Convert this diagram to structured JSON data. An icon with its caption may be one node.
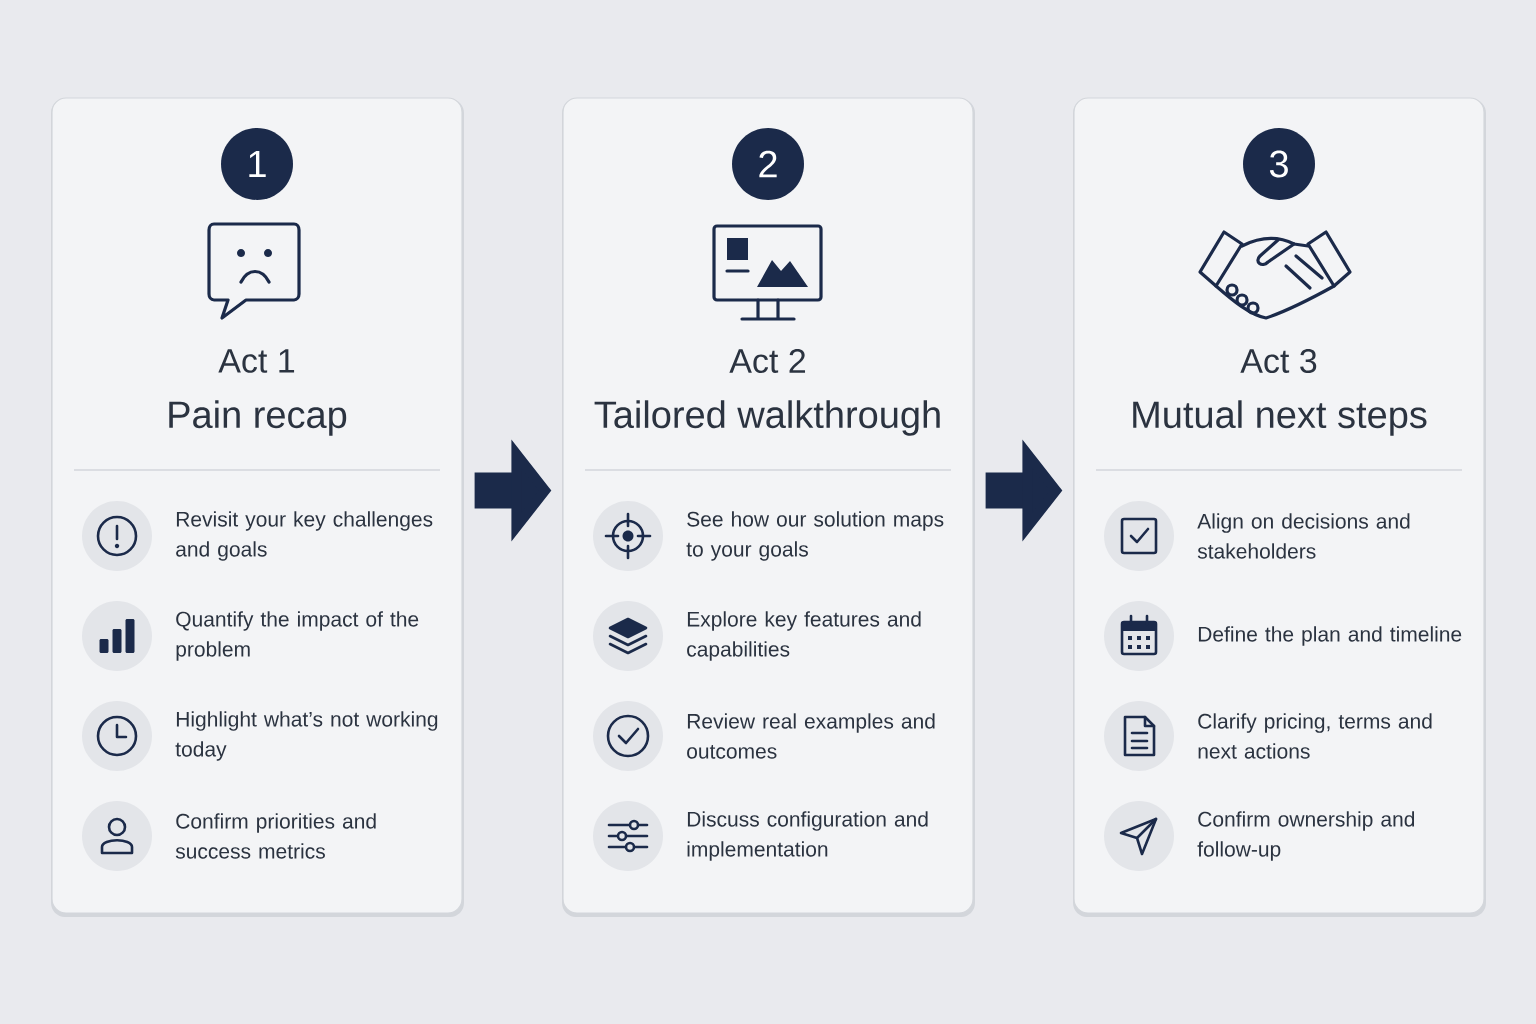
{
  "diagram": {
    "nodes": [
      {
        "text": [
          "Act 1",
          "Pain recap",
          "Revisit your key challenges and goals",
          "Quantify the impact of the problem",
          "Highlight what’s not working today",
          "Confirm priorities and success metrics"
        ]
      },
      {
        "text": [
          "1"
        ],
        "in": 0
      },
      {
        "text": [
          "Act 2",
          "Tailored walkthrough",
          "See how our solution maps to your goals",
          "Explore key features and capabilities",
          "Review real examples and outcomes",
          "Discuss configuration and implementation"
        ]
      },
      {
        "text": [
          "2"
        ],
        "in": 2
      },
      {
        "text": [
          "Act 3",
          "Mutual next steps",
          "Align on decisions and stakeholders",
          "Define the plan and timeline",
          "Clarify pricing, terms and next actions",
          "Confirm ownership and follow-up"
        ]
      },
      {
        "text": [
          "3"
        ],
        "in": 4
      }
    ],
    "edges": [
      {
        "from": 0,
        "to": 2,
        "arrow": "to"
      },
      {
        "from": 2,
        "to": 4,
        "arrow": "to"
      }
    ]
  }
}
